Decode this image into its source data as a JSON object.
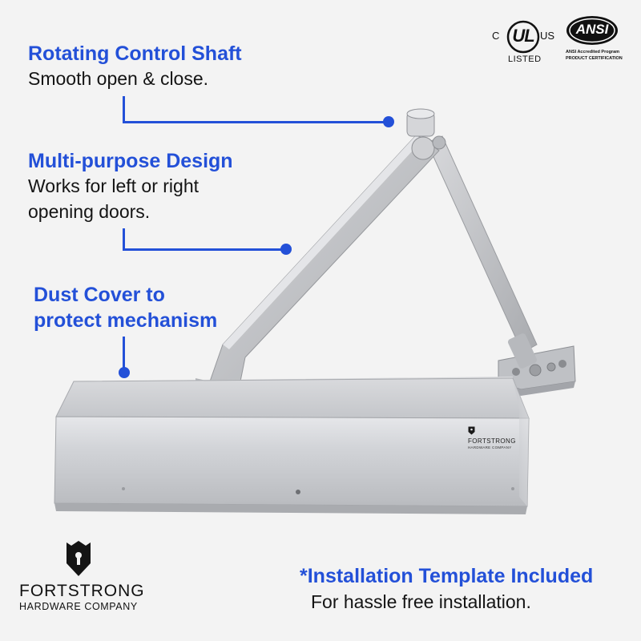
{
  "features": [
    {
      "title": "Rotating Control Shaft",
      "lines": [
        "Smooth open & close."
      ]
    },
    {
      "title": "Multi-purpose Design",
      "lines": [
        "Works for left or right",
        "opening doors."
      ]
    },
    {
      "title_lines": [
        "Dust Cover to",
        "protect mechanism"
      ]
    }
  ],
  "installation": {
    "title": "*Installation Template Included",
    "subtitle": "For hassle free installation."
  },
  "brand": {
    "name": "FORTSTRONG",
    "tagline": "HARDWARE COMPANY"
  },
  "product_label": {
    "name": "FORTSTRONG",
    "tagline": "HARDWARE COMPANY"
  },
  "certifications": {
    "ul": {
      "left": "C",
      "mark": "UL",
      "right": "US",
      "caption": "LISTED"
    },
    "ansi": {
      "mark": "ANSI",
      "caption_1": "ANSI Accredited Program",
      "caption_2": "PRODUCT CERTIFICATION"
    }
  },
  "colors": {
    "accent": "#2350d8",
    "background": "#f3f3f3",
    "text": "#141414",
    "metal": "#c8c9cc"
  },
  "icons": [
    "shield-keyhole-icon",
    "ul-listed-icon",
    "ansi-icon"
  ]
}
